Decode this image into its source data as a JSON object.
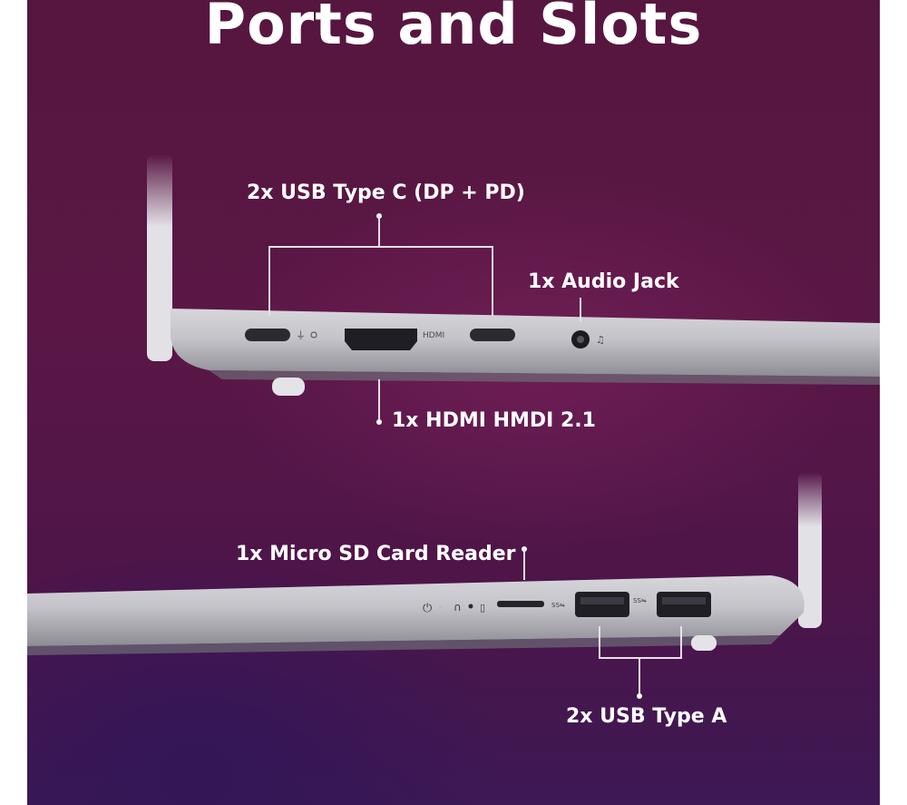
{
  "title": "Ports and Slots",
  "labels": {
    "usb_c": "2x USB Type C (DP + PD)",
    "audio": "1x Audio Jack",
    "hdmi": "1x HDMI HMDI 2.1",
    "microsd": "1x Micro SD Card Reader",
    "usb_a": "2x USB Type A"
  },
  "port_marks": {
    "hdmi": "HDMI"
  },
  "colors": {
    "background_top": "#56163f",
    "background_bottom": "#3c1854",
    "label_text": "#ffffff",
    "laptop_body": "#c9c8ce"
  }
}
